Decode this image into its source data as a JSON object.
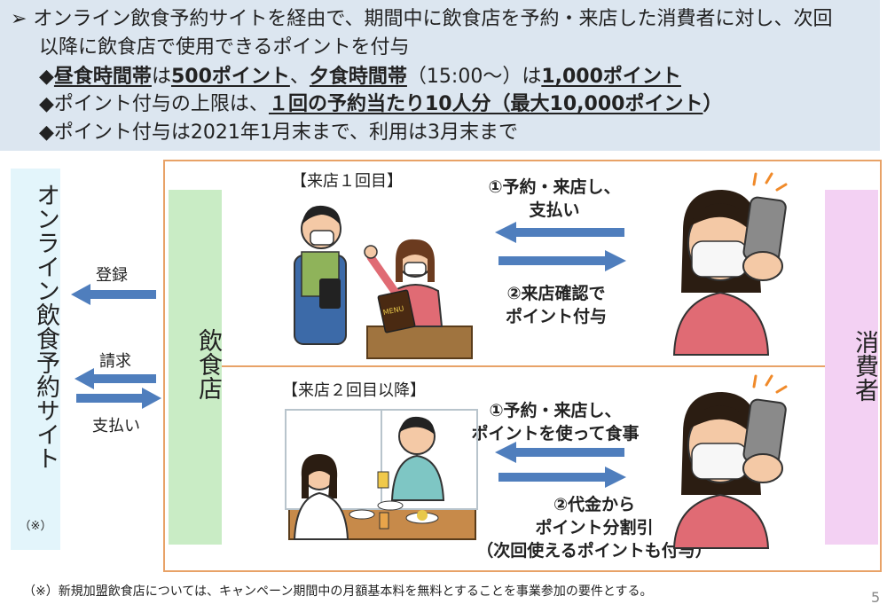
{
  "summary": {
    "line1": "➢ オンライン飲食予約サイトを経由で、期間中に飲食店を予約・来店した消費者に対し、次回",
    "line2": "以降に飲食店で使用できるポイントを付与",
    "line3": {
      "bullet": "◆",
      "a": "昼食時間帯",
      "b": "は",
      "c": "500ポイント",
      "d": "、",
      "e": "夕食時間帯",
      "f": "（15:00～）は",
      "g": "1,000ポイント"
    },
    "line4": {
      "bullet": "◆",
      "a": "ポイント付与の上限は、",
      "b": "１回の予約当たり10人分（最大10,000ポイント",
      "c": "）"
    },
    "line5": "◆ポイント付与は2021年1月末まで、利用は3月末まで"
  },
  "columns": {
    "site": "オンライン飲食予約サイト",
    "site_note": "（※）",
    "restaurant": "飲食店",
    "consumer": "消費者"
  },
  "flows": {
    "register": "登録",
    "invoice": "請求",
    "payment": "支払い"
  },
  "stage1": {
    "title": "【来店１回目】",
    "step1_l1": "①予約・来店し、",
    "step1_l2": "支払い",
    "step2_l1": "②来店確認で",
    "step2_l2": "ポイント付与"
  },
  "stage2": {
    "title": "【来店２回目以降】",
    "step1_l1": "①予約・来店し、",
    "step1_l2": "ポイントを使って食事",
    "step2_l1": "②代金から",
    "step2_l2": "ポイント分割引",
    "step2_l3": "（次回使えるポイントも付与）"
  },
  "menu_sign": "MENU",
  "footnote": "（※）新規加盟飲食店については、キャンペーン期間中の月額基本料を無料とすることを事業参加の要件とする。",
  "page_number": "5",
  "colors": {
    "summary_bg": "#dce6f0",
    "arrow": "#4f7ebd",
    "frame": "#e8a267",
    "site_bg": "#e3f5fb",
    "restaurant_bg": "#c9ecc5",
    "consumer_bg": "#f3d1f3"
  }
}
